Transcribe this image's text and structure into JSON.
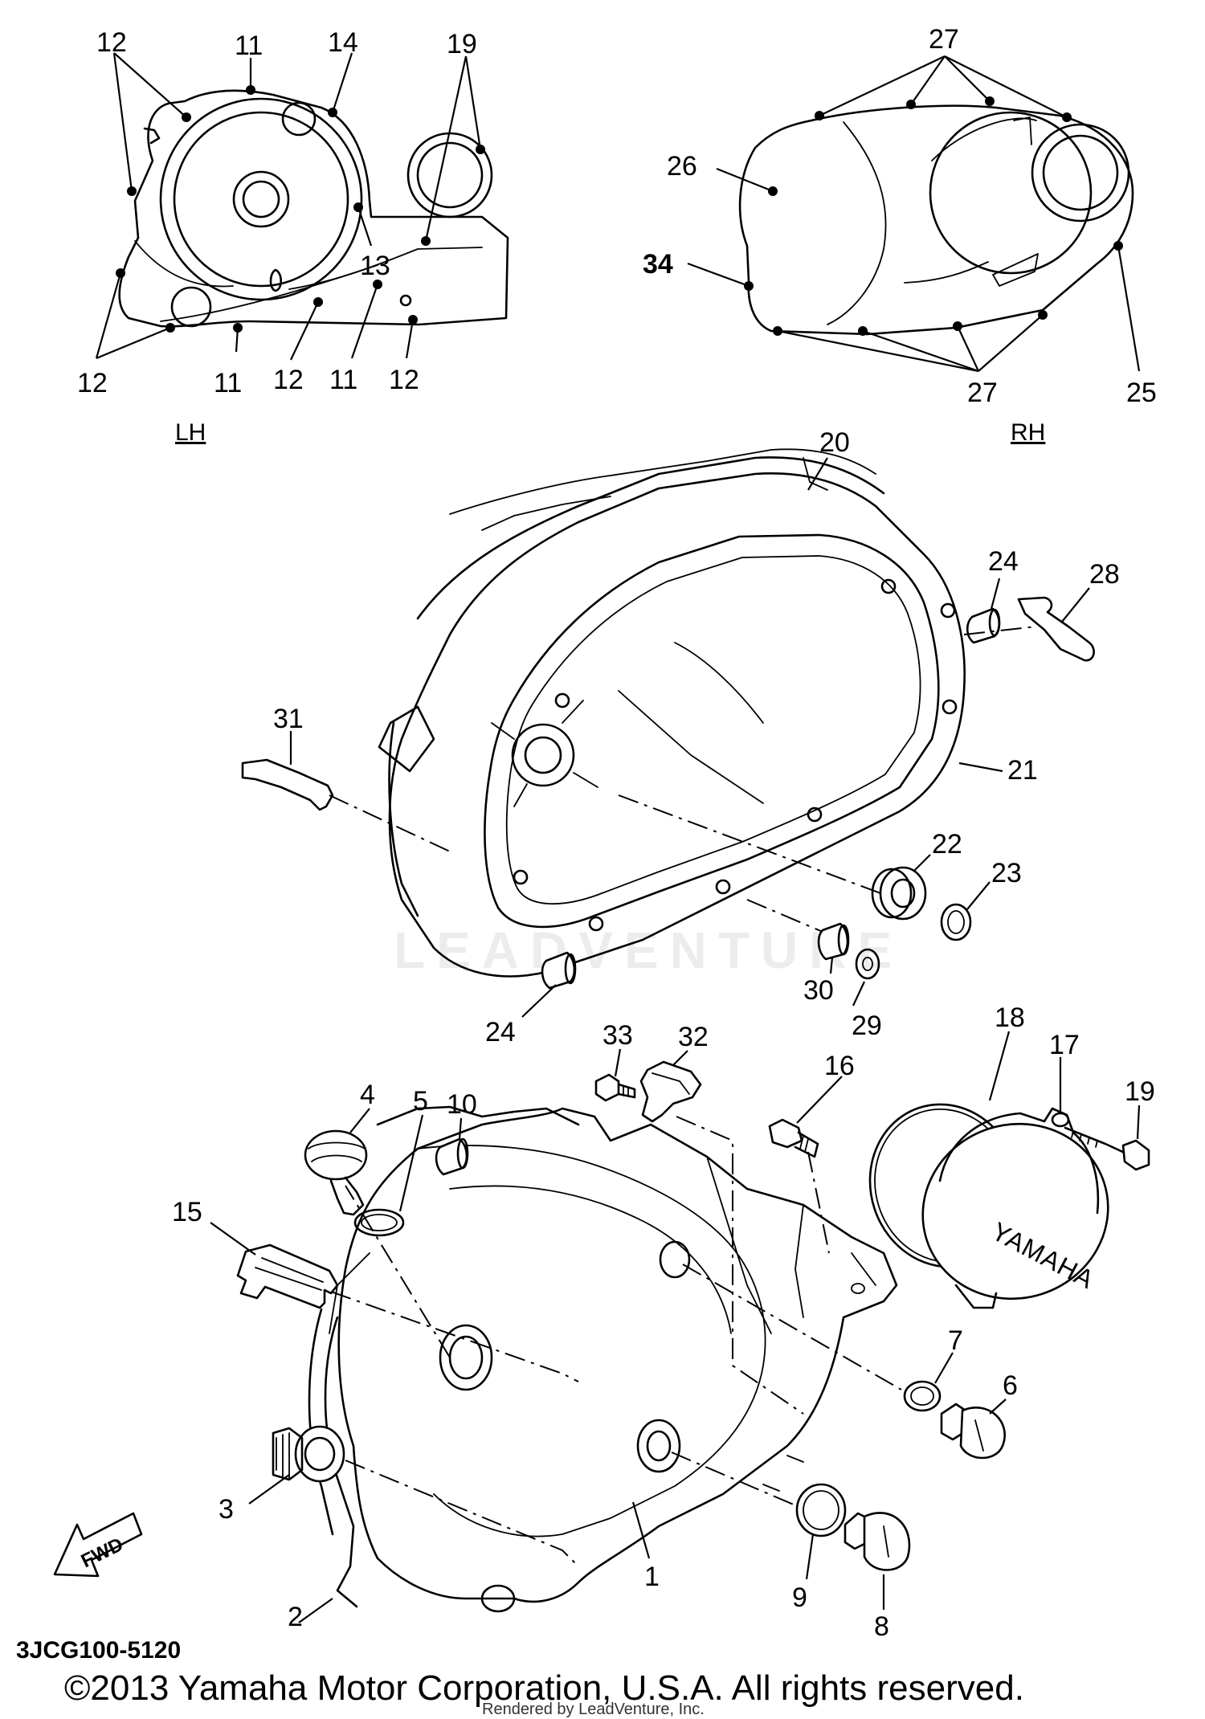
{
  "diagram": {
    "section_labels": {
      "left": "LH",
      "right": "RH"
    },
    "drawing_code": "3JCG100-5120",
    "copyright": "©2013 Yamaha Motor Corporation, U.S.A. All rights reserved.",
    "rendered_by": "Rendered by LeadVenture, Inc.",
    "watermark": "LEADVENTURE",
    "brand_on_cover": "YAMAHA",
    "direction_arrow": "FWD",
    "lh_callouts": [
      "12",
      "11",
      "14",
      "19",
      "13",
      "12",
      "11",
      "12",
      "11",
      "12"
    ],
    "rh_callouts": [
      "27",
      "26",
      "34",
      "27",
      "25"
    ],
    "main_callouts": [
      "20",
      "24",
      "28",
      "31",
      "21",
      "22",
      "23",
      "30",
      "29",
      "24"
    ],
    "lower_callouts": [
      "33",
      "32",
      "18",
      "17",
      "19",
      "16",
      "4",
      "5",
      "10",
      "15",
      "7",
      "6",
      "3",
      "9",
      "8",
      "1",
      "2"
    ]
  }
}
